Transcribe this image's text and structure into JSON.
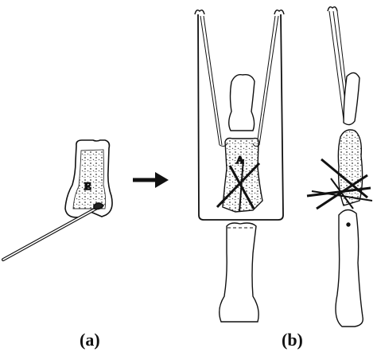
{
  "panels": {
    "a": {
      "label": "(a)",
      "bone_letter": "E"
    },
    "b": {
      "label": "(b)",
      "bone_letter": "A"
    }
  },
  "icons": {
    "arrow": "right-arrow-icon"
  },
  "colors": {
    "ink": "#111111",
    "background": "#ffffff"
  }
}
